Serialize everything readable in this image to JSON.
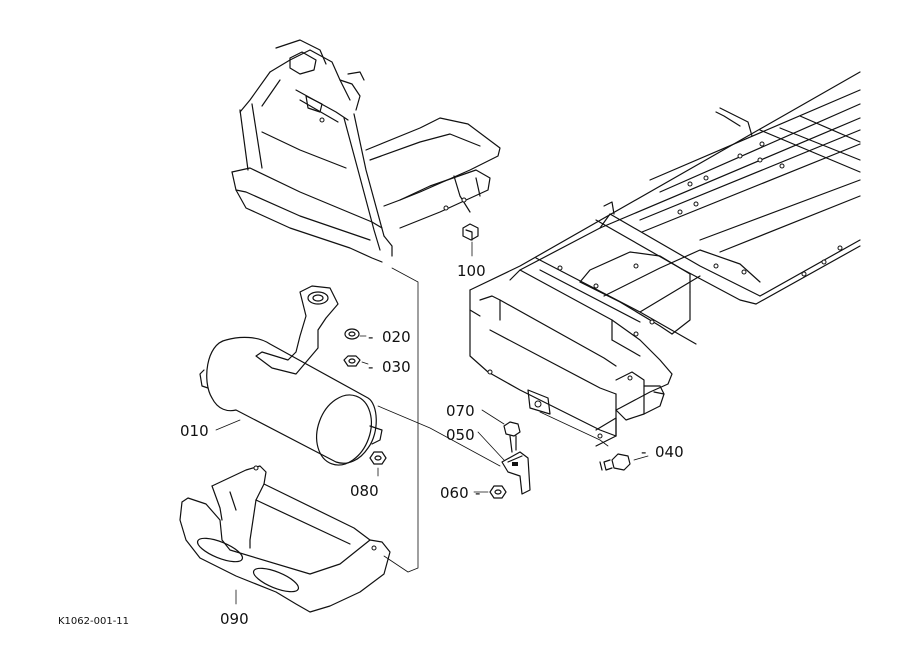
{
  "drawing_code": "K1062-001-11",
  "parts": {
    "p010": "010",
    "p020": "020",
    "p030": "030",
    "p040": "040",
    "p050": "050",
    "p060": "060",
    "p070": "070",
    "p080": "080",
    "p090": "090",
    "p100": "100"
  }
}
